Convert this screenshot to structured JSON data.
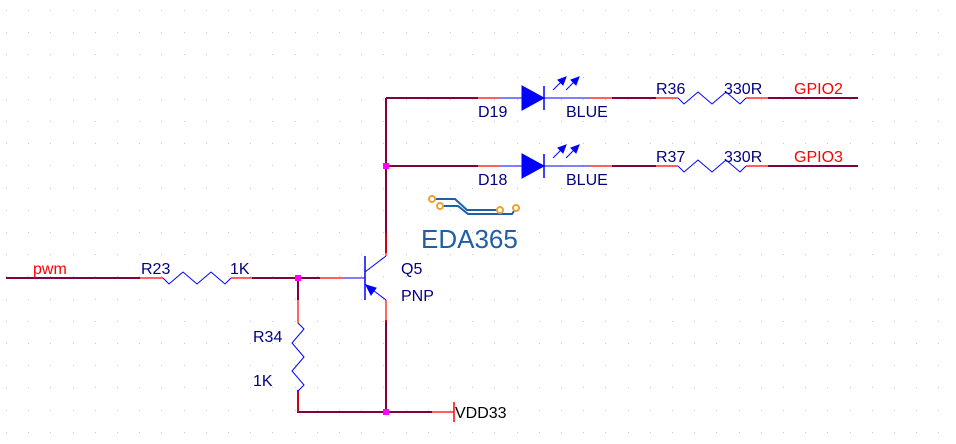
{
  "canvas": {
    "background": "#ffffff",
    "grid_color": "#c8c8c8",
    "wire_color": "#800040",
    "pin_color": "#ff0000",
    "component_color": "#0000ff",
    "junction_color": "#ff00ff",
    "designator_color": "#000080",
    "netlabel_color": "#ff0000"
  },
  "components": {
    "d19": {
      "designator": "D19",
      "value": "BLUE",
      "type": "LED"
    },
    "d18": {
      "designator": "D18",
      "value": "BLUE",
      "type": "LED"
    },
    "r36": {
      "designator": "R36",
      "value": "330R",
      "type": "resistor"
    },
    "r37": {
      "designator": "R37",
      "value": "330R",
      "type": "resistor"
    },
    "r23": {
      "designator": "R23",
      "value": "1K",
      "type": "resistor"
    },
    "r34": {
      "designator": "R34",
      "value": "1K",
      "type": "resistor"
    },
    "q5": {
      "designator": "Q5",
      "value": "PNP",
      "type": "transistor"
    }
  },
  "nets": {
    "gpio2": "GPIO2",
    "gpio3": "GPIO3",
    "pwm": "pwm",
    "vdd": "VDD33"
  },
  "watermark": {
    "text": "EDA365",
    "text_color": "#1e5fa6",
    "trace_color": "#1e5fa6",
    "pad_color": "#f0a030"
  }
}
